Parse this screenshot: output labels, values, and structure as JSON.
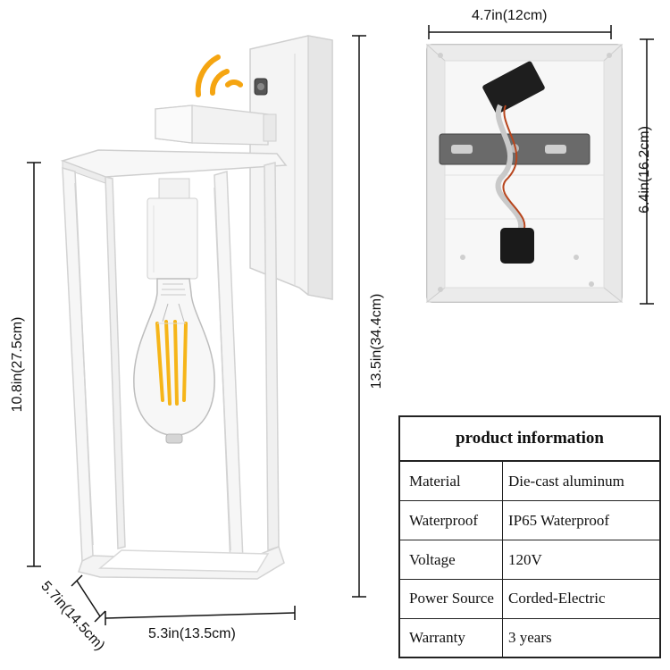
{
  "dimensions": {
    "top_width": "4.7in(12cm)",
    "plate_height": "6.4in(16.2cm)",
    "total_height": "13.5in(34.4cm)",
    "lantern_height": "10.8in(27.5cm)",
    "depth": "5.7in(14.5cm)",
    "width": "5.3in(13.5cm)"
  },
  "colors": {
    "sensor_waves": "#f5a511",
    "bulb_filament": "#f6b519"
  },
  "icons": {
    "motion_sensor": "wifi-waves-icon"
  },
  "product_info": {
    "title": "product information",
    "rows": [
      {
        "key": "Material",
        "value": "Die-cast aluminum"
      },
      {
        "key": "Waterproof",
        "value": "IP65 Waterproof"
      },
      {
        "key": "Voltage",
        "value": "120V"
      },
      {
        "key": "Power Source",
        "value": "Corded-Electric"
      },
      {
        "key": "Warranty",
        "value": "3 years"
      }
    ]
  }
}
